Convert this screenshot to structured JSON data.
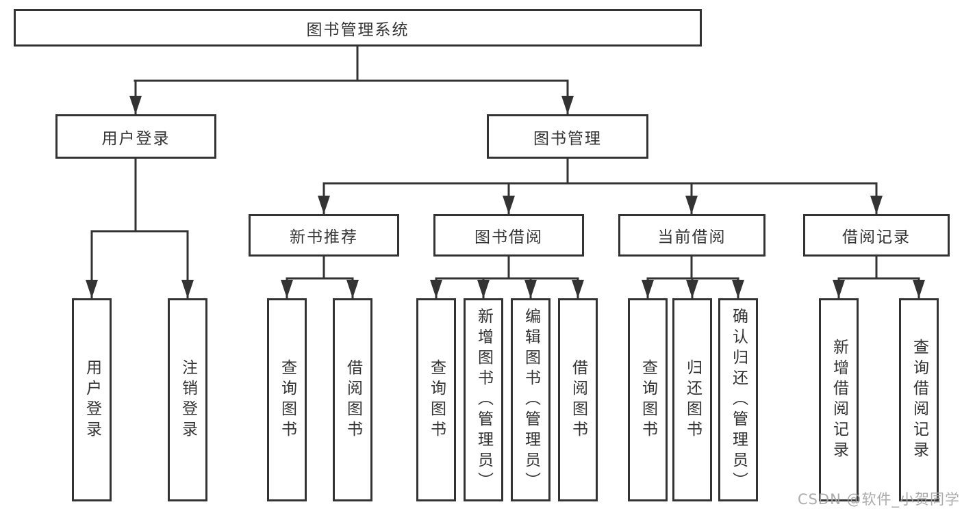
{
  "diagram": {
    "root": {
      "label": "图书管理系统"
    },
    "level2": [
      {
        "label": "用户登录"
      },
      {
        "label": "图书管理"
      }
    ],
    "level3": [
      {
        "label": "新书推荐"
      },
      {
        "label": "图书借阅"
      },
      {
        "label": "当前借阅"
      },
      {
        "label": "借阅记录"
      }
    ],
    "leaves": {
      "user_login": [
        {
          "label": "用户登录"
        },
        {
          "label": "注销登录"
        }
      ],
      "new_books": [
        {
          "label": "查询图书"
        },
        {
          "label": "借阅图书"
        }
      ],
      "book_borrow": [
        {
          "label": "查询图书"
        },
        {
          "label": "新增图书（管理员）"
        },
        {
          "label": "编辑图书（管理员）"
        },
        {
          "label": "借阅图书"
        }
      ],
      "current_borrow": [
        {
          "label": "查询图书"
        },
        {
          "label": "归还图书"
        },
        {
          "label": "确认归还（管理员）"
        }
      ],
      "borrow_records": [
        {
          "label": "新增借阅记录"
        },
        {
          "label": "查询借阅记录"
        }
      ]
    }
  },
  "watermark": {
    "text": "CSDN @软件_小贺同学"
  },
  "colors": {
    "line": "#333333",
    "box_border": "#333333",
    "text": "#333333",
    "watermark": "#a3a3a3",
    "background": "#ffffff"
  }
}
